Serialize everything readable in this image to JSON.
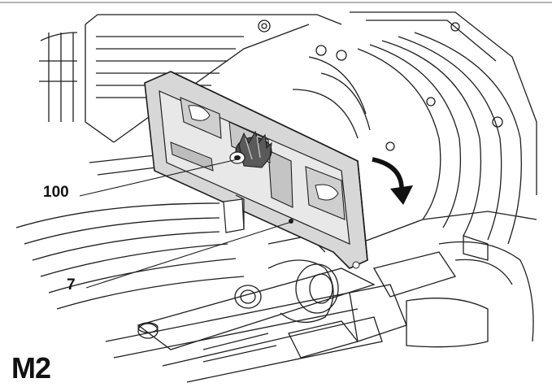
{
  "figure": {
    "id": "M2",
    "callouts": [
      "100",
      "7"
    ],
    "colors": {
      "line": "#1e1e1e",
      "shade": "#d7d7d7",
      "bracket": "#bdbdbd",
      "background": "#ffffff"
    },
    "icons": [
      "rotate-arrow-icon",
      "knob-icon"
    ]
  }
}
